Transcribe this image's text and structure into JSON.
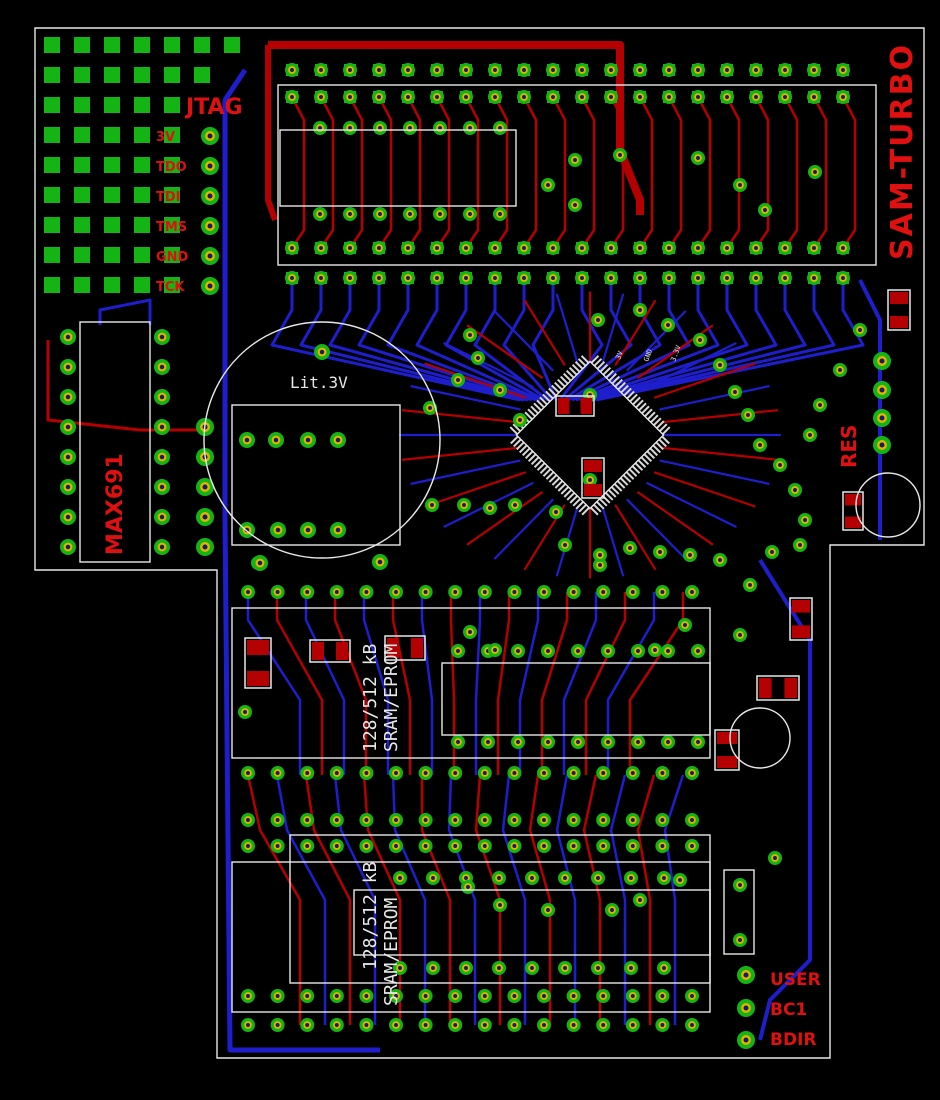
{
  "board": {
    "title": "SAM-TURBO",
    "colors": {
      "background": "#000000",
      "outline": "#e8e8e8",
      "top_copper": "#b40000",
      "bottom_copper": "#1e1ecc",
      "pad": "#14b414",
      "via_ring": "#e0b400",
      "silk": "#e8e8e8",
      "label": "#e01010"
    }
  },
  "jtag": {
    "title": "JTAG",
    "pins": [
      "3V",
      "TDO",
      "TDI",
      "TMS",
      "GND",
      "TCK"
    ]
  },
  "battery": {
    "label": "Lit.3V"
  },
  "chips": {
    "supervisor": "MAX691",
    "memory_1": {
      "line1": "128/512 kB",
      "line2": "SRAM/EPROM"
    },
    "memory_2": {
      "line1": "128/512 kB",
      "line2": "SRAM/EPROM"
    }
  },
  "reset": {
    "label": "RES"
  },
  "cpld_labels": [
    "3V",
    "GND",
    "3.3V"
  ],
  "connector": {
    "pins": [
      "USER",
      "BC1",
      "BDIR"
    ]
  }
}
